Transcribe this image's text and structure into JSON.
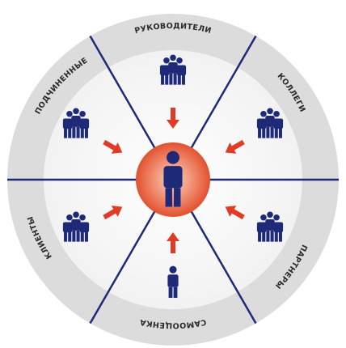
{
  "diagram": {
    "segments": [
      {
        "key": "top",
        "label": "РУКОВОДИТЕЛИ"
      },
      {
        "key": "upper-right",
        "label": "КОЛЛЕГИ"
      },
      {
        "key": "lower-right",
        "label": "ПАРТНЕРЫ"
      },
      {
        "key": "bottom",
        "label": "САМООЦЕНКА"
      },
      {
        "key": "lower-left",
        "label": "КЛИЕНТЫ"
      },
      {
        "key": "upper-left",
        "label": "ПОДЧИНЕННЫЕ"
      }
    ],
    "colors": {
      "ring": "#d9d9d9",
      "inner": "#f7f7f7",
      "spokes": "#1e2a78",
      "person": "#1e2a78",
      "arrow": "#e23b25",
      "center_glow": "#e8573b"
    },
    "icons": {
      "group": "people-group-icon",
      "single": "person-icon",
      "arrow": "arrow-icon"
    }
  }
}
